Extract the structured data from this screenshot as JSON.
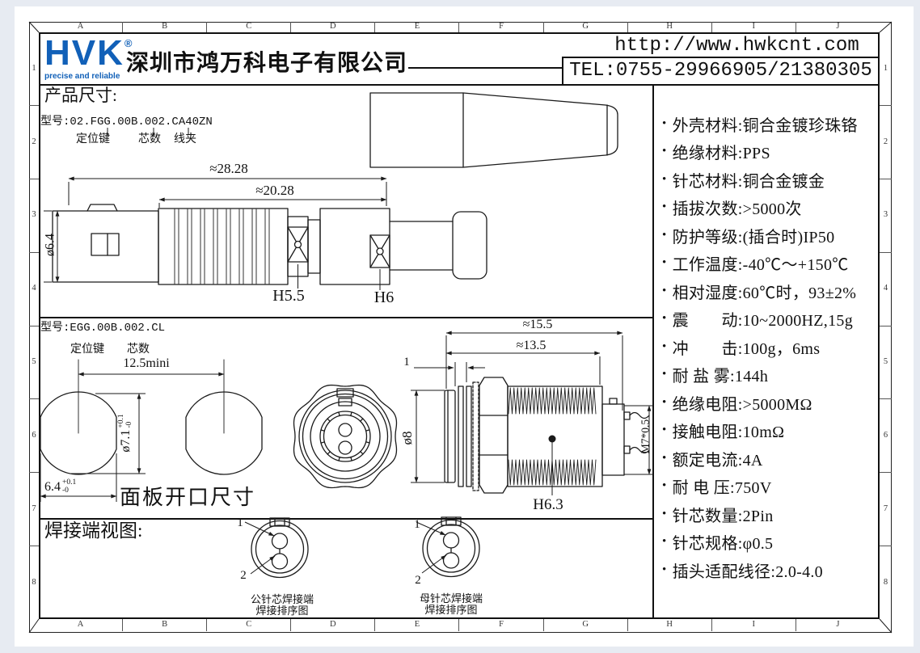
{
  "header": {
    "logo_text": "HVK",
    "logo_reg": "®",
    "logo_tagline": "precise and reliable",
    "company_name": "深圳市鸿万科电子有限公司",
    "website": "http://www.hwkcnt.com",
    "telephone": "TEL:0755-29966905/21380305"
  },
  "grid": {
    "cols": [
      "A",
      "B",
      "C",
      "D",
      "E",
      "F",
      "G",
      "H",
      "I",
      "J"
    ],
    "rows": [
      "1",
      "2",
      "3",
      "4",
      "5",
      "6",
      "7",
      "8"
    ]
  },
  "section_product": {
    "title": "产品尺寸:",
    "model": "型号:02.FGG.00B.002.CA40ZN",
    "callout_key": "定位键",
    "callout_cores": "芯数",
    "callout_clamp": "线夹",
    "dim_overall": "≈28.28",
    "dim_inner": "≈20.28",
    "dim_dia": "ø6.4",
    "dim_hex1": "H5.5",
    "dim_hex2": "H6"
  },
  "section_panel": {
    "model": "型号:EGG.00B.002.CL",
    "callout_key": "定位键",
    "callout_cores": "芯数",
    "dim_pitch": "12.5mini",
    "dim_dia_value": "ø7.1",
    "dim_dia_tol_plus": "+0.1",
    "dim_dia_tol_minus": "-0",
    "dim_width_value": "6.4",
    "dim_width_tol_plus": "+0.1",
    "dim_width_tol_minus": "-0",
    "panel_caption": "面板开口尺寸",
    "dim_panel_thickness": "1",
    "dim_overall": "≈15.5",
    "dim_inner": "≈13.5",
    "dim_dia2": "ø8",
    "dim_thread": "M7*0.5",
    "dim_hex": "H6.3"
  },
  "section_solder": {
    "title": "焊接端视图:",
    "male": {
      "pin1": "1",
      "pin2": "2",
      "caption_line1": "公针芯焊接端",
      "caption_line2": "焊接排序图"
    },
    "female": {
      "pin1": "1",
      "pin2": "2",
      "caption_line1": "母针芯焊接端",
      "caption_line2": "焊接排序图"
    }
  },
  "specs": {
    "bullet": "•",
    "items": [
      {
        "text": "外壳材料:铜合金镀珍珠铬"
      },
      {
        "text": "绝缘材料:PPS"
      },
      {
        "text": "针芯材料:铜合金镀金"
      },
      {
        "text": "插拔次数:>5000次"
      },
      {
        "text": "防护等级:(插合时)IP50"
      },
      {
        "text": "工作温度:-40℃～+150℃"
      },
      {
        "text": "相对湿度:60℃时，93±2%"
      },
      {
        "text": "震　　动:10~2000HZ,15g"
      },
      {
        "text": "冲　　击:100g，6ms"
      },
      {
        "text": "耐 盐 雾:144h"
      },
      {
        "text": "绝缘电阻:>5000MΩ"
      },
      {
        "text": "接触电阻:10mΩ"
      },
      {
        "text": "额定电流:4A"
      },
      {
        "text": "耐 电 压:750V"
      },
      {
        "text": "针芯数量:2Pin"
      },
      {
        "text": "针芯规格:φ0.5"
      },
      {
        "text": "插头适配线径:2.0-4.0"
      }
    ]
  },
  "colors": {
    "logo_blue": "#1160b8",
    "line_black": "#1a1a1a",
    "page_bg": "#e7ebf2"
  }
}
